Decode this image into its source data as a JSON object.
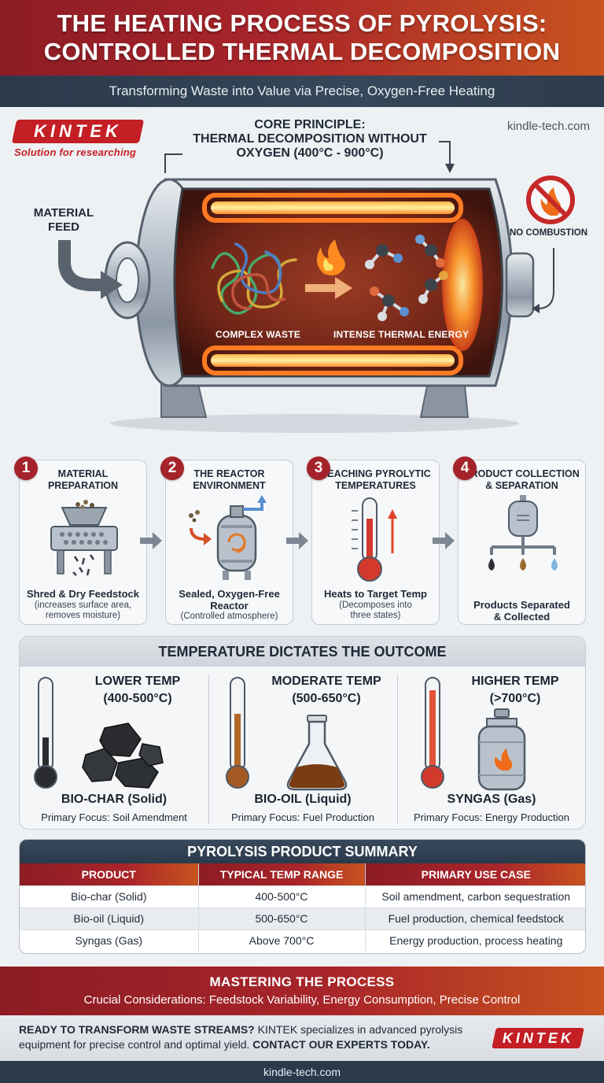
{
  "header": {
    "title_line1": "THE HEATING PROCESS OF PYROLYSIS:",
    "title_line2": "CONTROLLED THERMAL DECOMPOSITION",
    "subtitle": "Transforming Waste into Value via Precise, Oxygen-Free Heating"
  },
  "brand": {
    "logo_text": "KINTEK",
    "tagline": "Solution for researching",
    "site": "kindle-tech.com",
    "color": "#c41f24"
  },
  "principle": {
    "line1": "CORE PRINCIPLE:",
    "line2": "THERMAL DECOMPOSITION WITHOUT",
    "line3": "OXYGEN (400°C - 900°C)"
  },
  "reactor": {
    "feed_label_1": "MATERIAL",
    "feed_label_2": "FEED",
    "no_combustion": "NO COMBUSTION",
    "complex_waste": "COMPLEX WASTE",
    "thermal_energy": "INTENSE THERMAL ENERGY"
  },
  "steps": [
    {
      "num": "1",
      "title_1": "MATERIAL",
      "title_2": "PREPARATION",
      "sub": "Shred & Dry Feedstock",
      "note_1": "(increases surface area,",
      "note_2": "removes moisture)"
    },
    {
      "num": "2",
      "title_1": "THE REACTOR",
      "title_2": "ENVIRONMENT",
      "sub_1": "Sealed, Oxygen-Free",
      "sub_2": "Reactor",
      "note_1": "(Controlled atmosphere)"
    },
    {
      "num": "3",
      "title_1": "REACHING PYROLYTIC",
      "title_2": "TEMPERATURES",
      "sub": "Heats to Target Temp",
      "note_1": "(Decomposes into",
      "note_2": "three states)"
    },
    {
      "num": "4",
      "title_1": "PRODUCT COLLECTION",
      "title_2": "& SEPARATION",
      "sub_1": "Products Separated",
      "sub_2": "& Collected"
    }
  ],
  "temperature": {
    "heading": "TEMPERATURE DICTATES THE OUTCOME",
    "cols": [
      {
        "name_1": "LOWER TEMP",
        "name_2": "(400-500°C)",
        "product": "BIO-CHAR (Solid)",
        "focus": "Primary Focus: Soil Amendment"
      },
      {
        "name_1": "MODERATE TEMP",
        "name_2": "(500-650°C)",
        "product": "BIO-OIL (Liquid)",
        "focus": "Primary Focus: Fuel Production"
      },
      {
        "name_1": "HIGHER TEMP",
        "name_2": "(>700°C)",
        "product": "SYNGAS (Gas)",
        "focus": "Primary Focus: Energy Production"
      }
    ]
  },
  "summary": {
    "heading": "PYROLYSIS PRODUCT SUMMARY",
    "columns": [
      "PRODUCT",
      "TYPICAL TEMP RANGE",
      "PRIMARY USE CASE"
    ],
    "rows": [
      [
        "Bio-char (Solid)",
        "400-500°C",
        "Soil amendment, carbon sequestration"
      ],
      [
        "Bio-oil (Liquid)",
        "500-650°C",
        "Fuel production, chemical feedstock"
      ],
      [
        "Syngas (Gas)",
        "Above 700°C",
        "Energy production, process heating"
      ]
    ]
  },
  "footer": {
    "master_title": "MASTERING THE PROCESS",
    "master_sub": "Crucial Considerations: Feedstock Variability, Energy Consumption, Precise Control",
    "cta_bold1": "READY TO TRANSFORM WASTE STREAMS?",
    "cta_mid": " KINTEK specializes in advanced pyrolysis equipment for precise control and optimal yield. ",
    "cta_bold2": "CONTACT OUR EXPERTS TODAY.",
    "site": "kindle-tech.com"
  }
}
